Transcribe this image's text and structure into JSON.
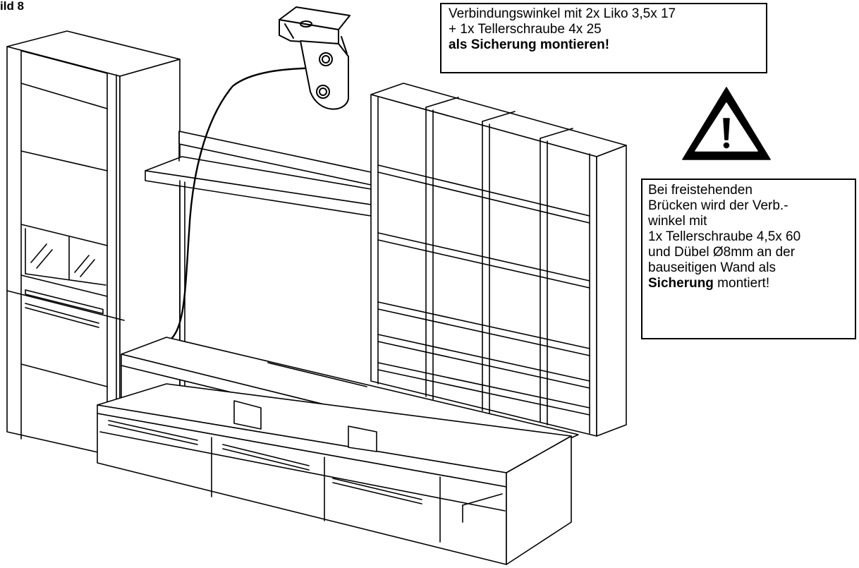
{
  "figure_label": "ild 8",
  "top_note": {
    "line1": "Verbindungswinkel mit 2x Liko 3,5x 17",
    "line2": "+ 1x Tellerschraube 4x 25",
    "line3": "als Sicherung montieren!"
  },
  "right_note": {
    "line1": "Bei freistehenden",
    "line2": "Brücken wird der Verb.-",
    "line3": "winkel mit",
    "line4": "1x Tellerschraube 4,5x 60",
    "line5": "und Dübel Ø8mm an der",
    "line6": "bauseitigen Wand als",
    "line7_bold": "Sicherung",
    "line7_rest": " montiert!"
  },
  "warning_symbol": "!",
  "icons": {
    "warning": "warning-triangle-icon",
    "bracket": "angle-bracket-icon"
  },
  "colors": {
    "line": "#000000",
    "background": "#ffffff"
  }
}
